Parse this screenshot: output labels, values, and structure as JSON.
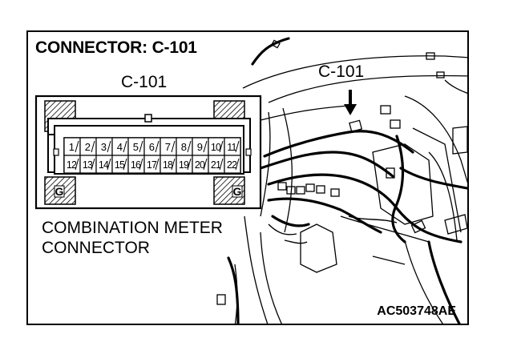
{
  "title": "CONNECTOR: C-101",
  "connector_label": "C-101",
  "callout_label": "C-101",
  "caption": {
    "line1": "COMBINATION METER",
    "line2": "CONNECTOR"
  },
  "pins_top": [
    "1",
    "2",
    "3",
    "4",
    "5",
    "6",
    "7",
    "8",
    "9",
    "10",
    "11"
  ],
  "pins_bottom": [
    "12",
    "13",
    "14",
    "15",
    "16",
    "17",
    "18",
    "19",
    "20",
    "21",
    "22"
  ],
  "ground_marks": [
    "G",
    "G"
  ],
  "figure_id": "AC503748AE"
}
